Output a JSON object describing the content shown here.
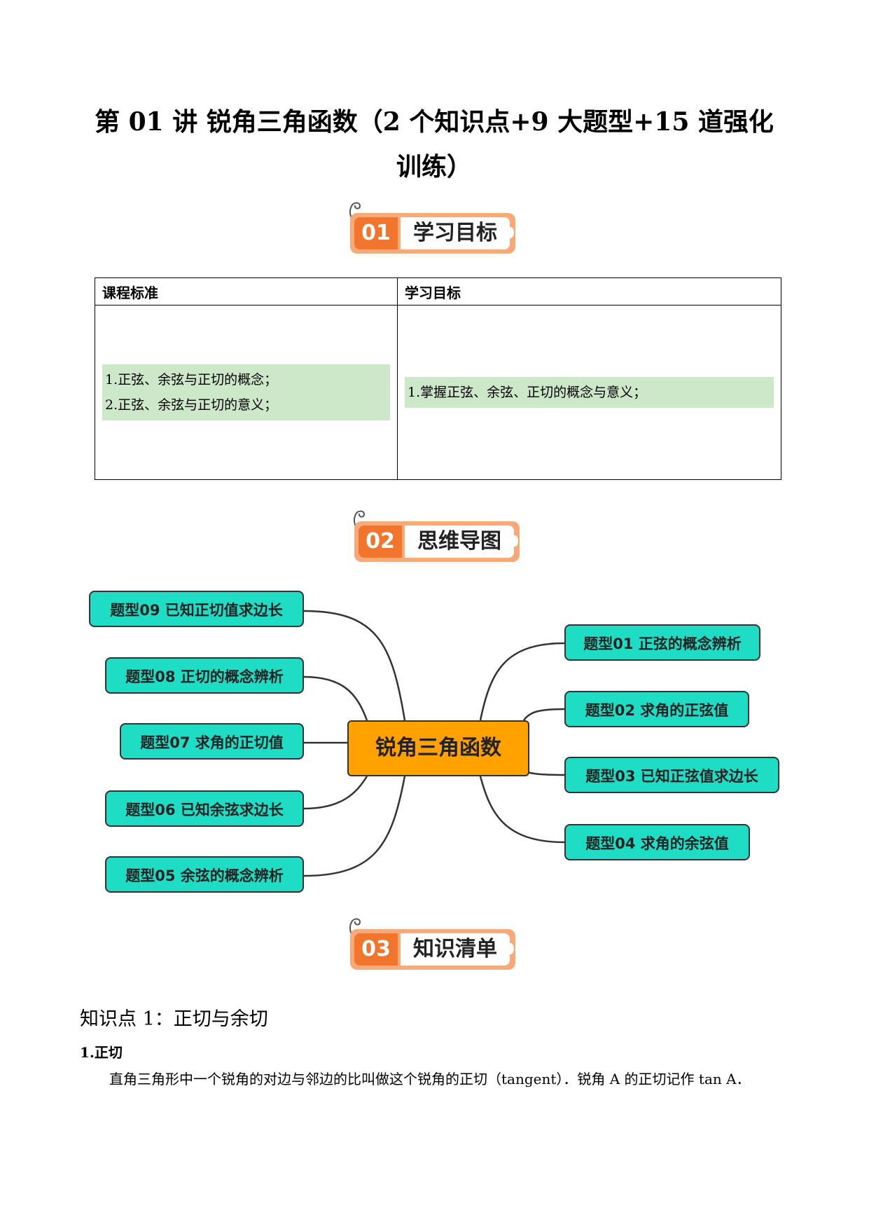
{
  "title": "第 01 讲  锐角三角函数（2 个知识点+9 大题型+15 道强化训练）",
  "sections": [
    {
      "num": "01",
      "label": "学习目标"
    },
    {
      "num": "02",
      "label": "思维导图"
    },
    {
      "num": "03",
      "label": "知识清单"
    }
  ],
  "goals_table": {
    "headers": [
      "课程标准",
      "学习目标"
    ],
    "standards": [
      "1.正弦、余弦与正切的概念；",
      "2.正弦、余弦与正切的意义；"
    ],
    "objectives": [
      "1.掌握正弦、余弦、正切的概念与意义；"
    ]
  },
  "mindmap": {
    "center": "锐角三角函数",
    "left": [
      "题型09  已知正切值求边长",
      "题型08  正切的概念辨析",
      "题型07  求角的正切值",
      "题型06  已知余弦求边长",
      "题型05  余弦的概念辨析"
    ],
    "right": [
      "题型01  正弦的概念辨析",
      "题型02  求角的正弦值",
      "题型03  已知正弦值求边长",
      "题型04  求角的余弦值"
    ],
    "colors": {
      "center": "#ffa200",
      "node": "#1fdcc4"
    }
  },
  "knowledge": {
    "heading": "知识点 1：正切与余切",
    "sub_heading": "1.正切",
    "paragraph": "直角三角形中一个锐角的对边与邻边的比叫做这个锐角的正切（tangent）．锐角 A 的正切记作 tan A．"
  }
}
